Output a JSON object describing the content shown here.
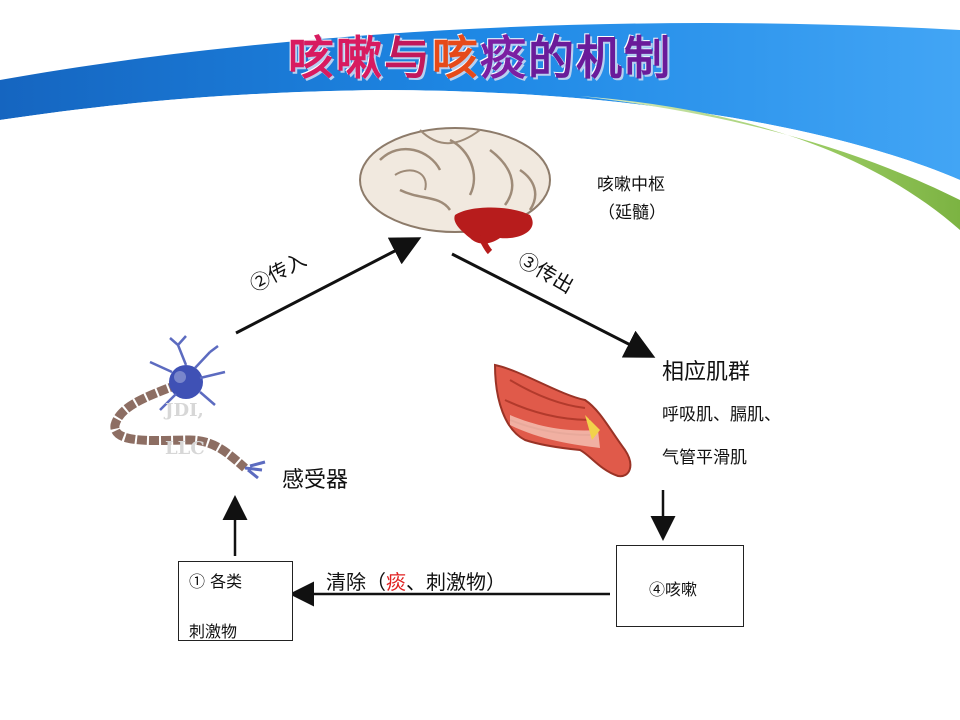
{
  "title": {
    "parts": [
      "咳嗽",
      "与",
      "咳",
      "痰",
      "的机制"
    ]
  },
  "center": {
    "name": "咳嗽中枢",
    "sub": "（延髓）"
  },
  "arrows": {
    "afferent": "②传入",
    "efferent": "③传出"
  },
  "muscles": {
    "title": "相应肌群",
    "line1": "呼吸肌、膈肌、",
    "line2": "气管平滑肌"
  },
  "receptor": {
    "label": "感受器",
    "faint_text_1": "JDI,",
    "faint_text_2": "LLC"
  },
  "stimulus_box": {
    "line1": "①  各类",
    "line2": "刺激物"
  },
  "cough_box": {
    "label": "④咳嗽"
  },
  "clear": {
    "prefix": "清除（",
    "red": "痰",
    "suffix": "、刺激物）"
  },
  "colors": {
    "band_blue": "#1e88e5",
    "band_green": "#8bc34a",
    "accent_red": "#e02020"
  }
}
